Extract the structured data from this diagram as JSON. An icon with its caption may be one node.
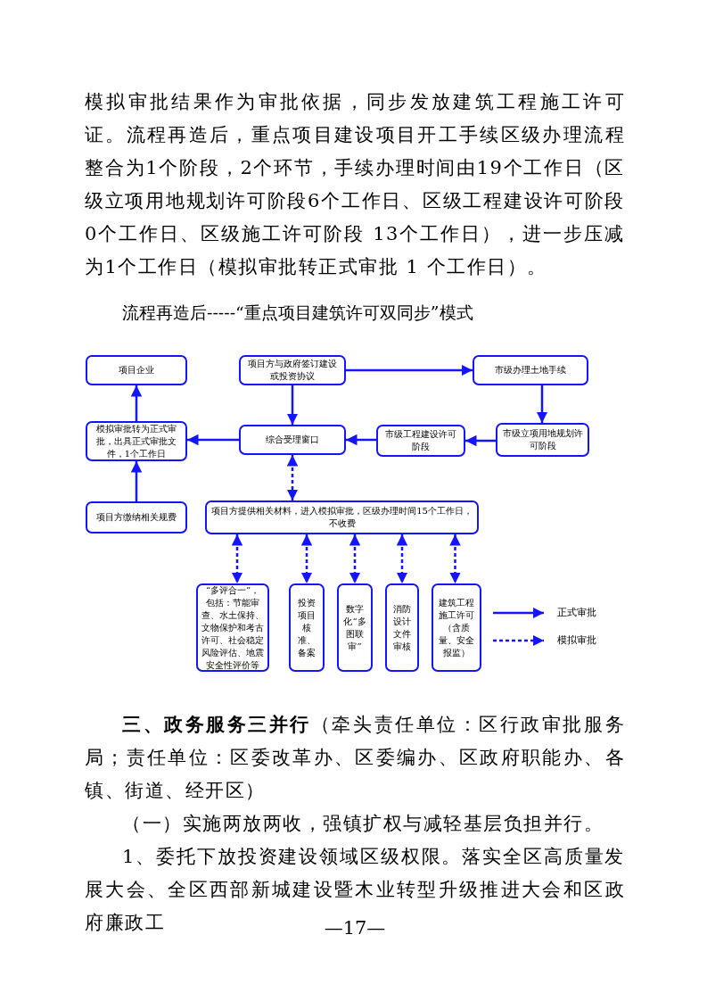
{
  "diagram": {
    "title": "流程再造后-----“重点项目建筑许可双同步”模式",
    "nodes": [
      {
        "text": [
          "项目企业"
        ]
      },
      {
        "text": [
          "项目方与政府签订建设或投资协议"
        ]
      },
      {
        "text": [
          "市级办理土地手续"
        ]
      },
      {
        "text": [
          "模拟审批转为正式审批，出具正式审批文件，1个工作日"
        ]
      },
      {
        "text": [
          "综合受理窗口"
        ]
      },
      {
        "text": [
          "市级工程建设许可阶段"
        ]
      },
      {
        "text": [
          "市级立项用地规划许可阶段"
        ]
      },
      {
        "text": [
          "项目方缴纳相关规费"
        ]
      },
      {
        "text": [
          "项目方提供相关材料，进入模拟审批，区级办理时间15个工作日，不收费"
        ]
      },
      {
        "text": [
          "“多评合一”，包括：节能审查、水土保持、文物保护和考古许可、社会稳定风险评估、地震安全性评价等"
        ]
      },
      {
        "text": [
          "投资项目核准、备案"
        ]
      },
      {
        "text": [
          "数字化“多图联审”"
        ]
      },
      {
        "text": [
          "消防设计文件审核"
        ]
      },
      {
        "text": [
          "建筑工程施工许可（含质量、安全报监）"
        ]
      }
    ],
    "edges": [
      {
        "from": 1,
        "to": 2,
        "arrow": "to"
      },
      {
        "from": 1,
        "to": 4,
        "arrow": "to"
      },
      {
        "from": 2,
        "to": 6,
        "arrow": "to"
      },
      {
        "from": 6,
        "to": 5,
        "arrow": "to"
      },
      {
        "from": 5,
        "to": 4,
        "arrow": "to"
      },
      {
        "from": 4,
        "to": 3,
        "arrow": "to"
      },
      {
        "from": 3,
        "to": 0,
        "arrow": "to"
      },
      {
        "from": 7,
        "to": 3,
        "arrow": "to"
      },
      {
        "from": 4,
        "to": 8,
        "arrow": "both",
        "style": "dashed"
      },
      {
        "from": 8,
        "to": 9,
        "arrow": "both",
        "style": "dashed"
      },
      {
        "from": 8,
        "to": 10,
        "arrow": "both",
        "style": "dashed"
      },
      {
        "from": 8,
        "to": 11,
        "arrow": "both",
        "style": "dashed"
      },
      {
        "from": 8,
        "to": 12,
        "arrow": "both",
        "style": "dashed"
      },
      {
        "from": 8,
        "to": 13,
        "arrow": "both",
        "style": "dashed"
      }
    ],
    "labels": [
      "模拟审批结果作为审批依据，同步发放建筑工程施工许可证。流程再造后，重点项目建设项目开工手续区级办理流程整合为1个阶段，2个环节，手续办理时间由19个工作日（区级立项用地规划许可阶段6个工作日、区级工程建设许可阶段0个工作日、区级施工许可阶段 13个工作日），进一步压减为1个工作日（模拟审批转正式审批 1 个工作日）。",
      "**三、政务服务三并行**（牵头责任单位：区行政审批服务局；责任单位：区委改革办、区委编办、区政府职能办、各镇、街道、经开区）",
      "（一）实施两放两收，强镇扩权与减轻基层负担并行。",
      "1、委托下放投资建设领域区级权限。落实全区高质量发展大会、全区西部新城建设暨木业转型升级推进大会和区政府廉政工",
      "—17—"
    ],
    "legend": [
      {
        "text": "正式审批"
      },
      {
        "text": "模拟审批"
      }
    ]
  }
}
